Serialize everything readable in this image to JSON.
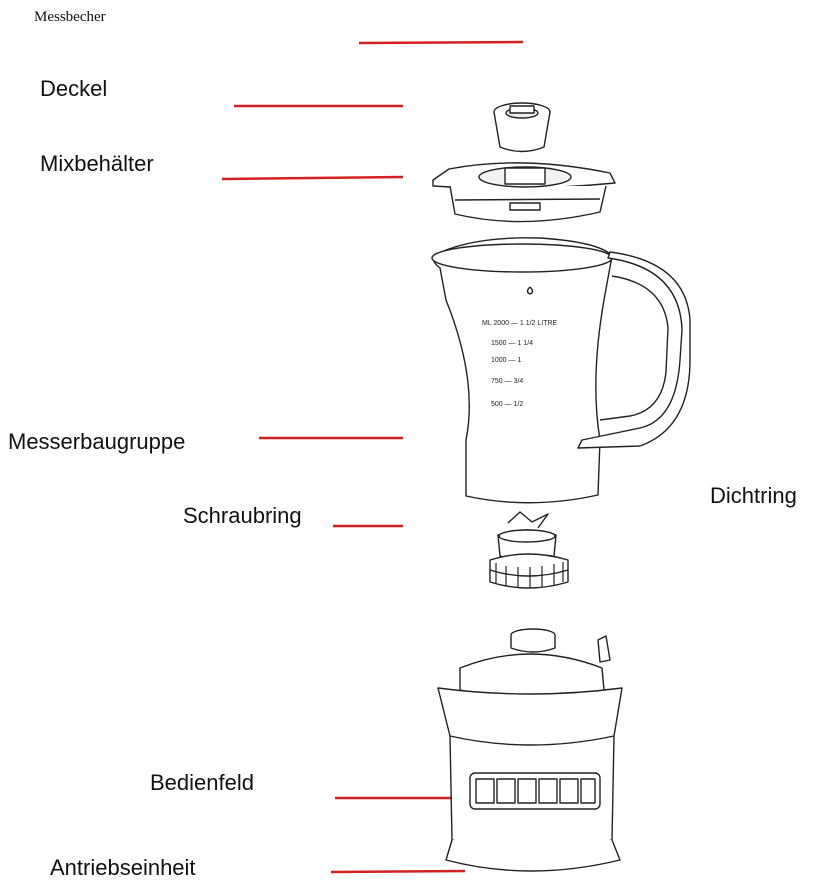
{
  "labels": {
    "messbecher": "Messbecher",
    "deckel": "Deckel",
    "mixbehaelter": "Mixbehälter",
    "messerbaugruppe": "Messerbaugruppe",
    "schraubring": "Schraubring",
    "dichtring": "Dichtring",
    "bedienfeld": "Bedienfeld",
    "antriebseinheit": "Antriebseinheit"
  },
  "jug_markings": [
    "ML 2000 — 1 1/2 LITRE",
    "1500 — 1 1/4",
    "1000 — 1",
    "750 — 3/4",
    "500 — 1/2"
  ],
  "colors": {
    "leader_line": "#d42020",
    "drawing": "#222222"
  }
}
